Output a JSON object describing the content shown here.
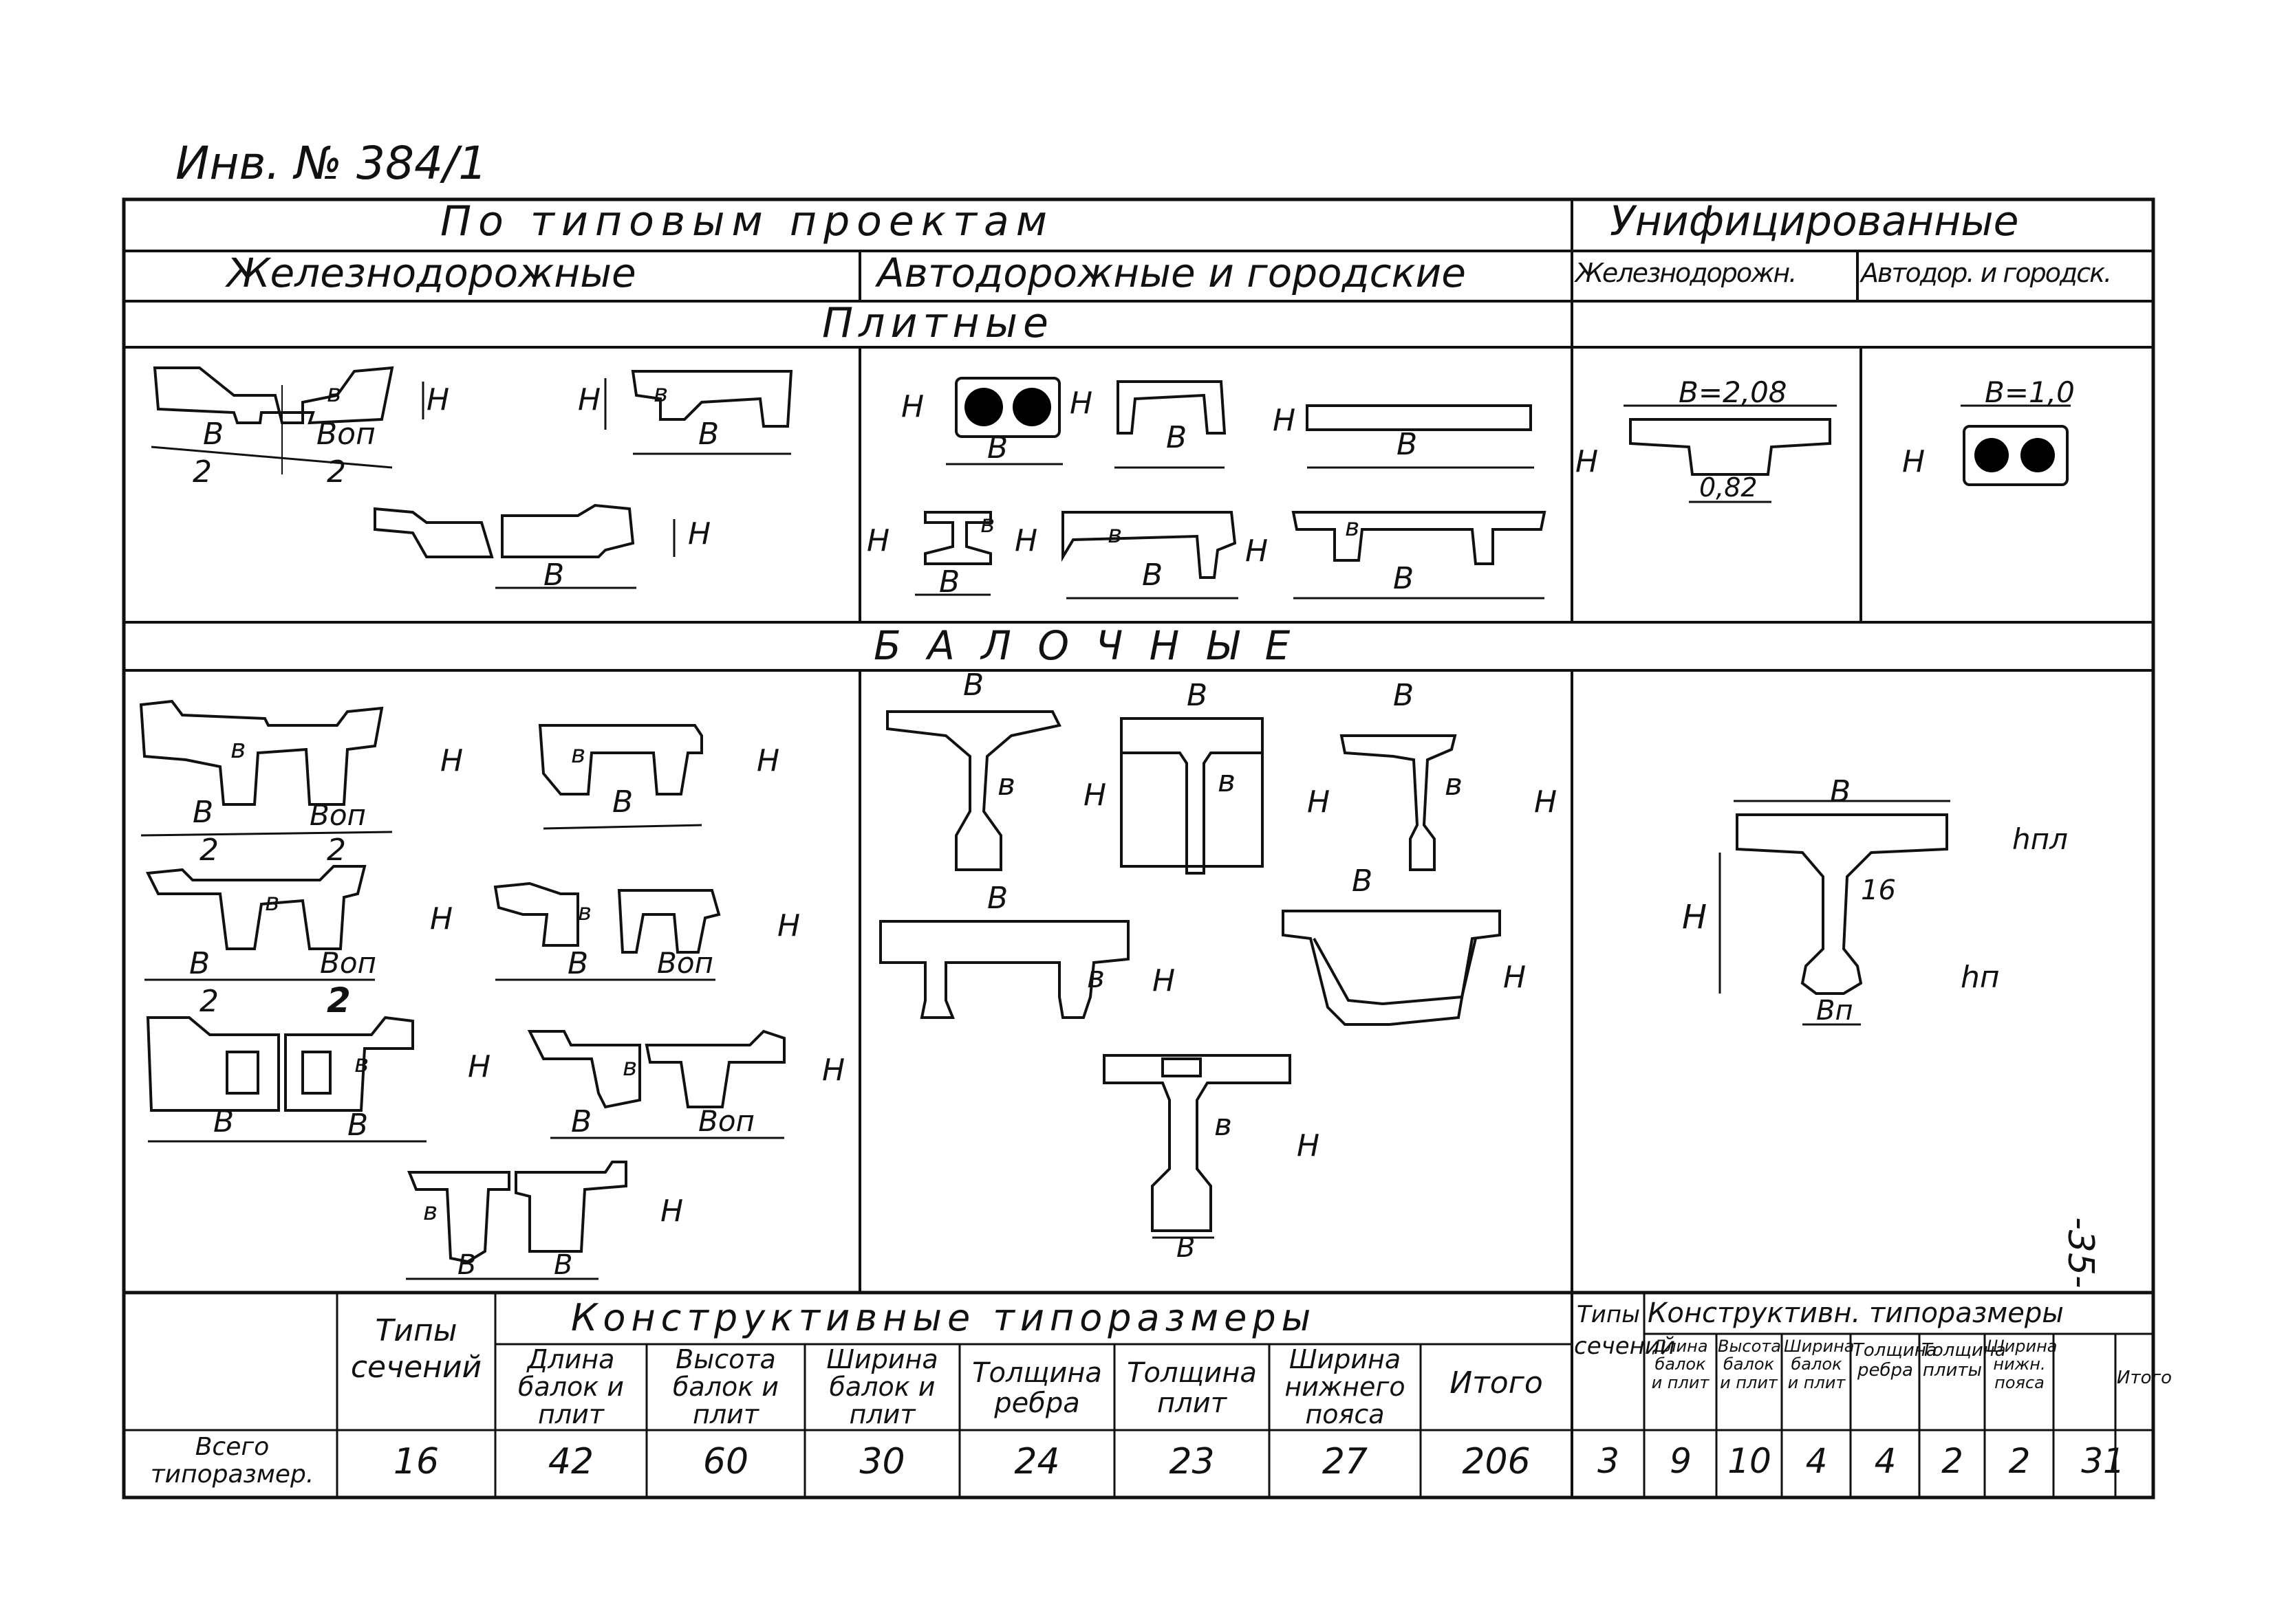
{
  "inventory_number": "Инв. № 384/1",
  "page_number": "-35-",
  "header": {
    "typical_projects": "По типовым проектам",
    "unified": "Унифицированные",
    "railway": "Железнодорожные",
    "road_city": "Автодорожные и городские",
    "unified_railway": "Железнодорожн.",
    "unified_road_city": "Автодор. и городск."
  },
  "sections": {
    "slab": "Плитные",
    "beam": "Б А Л О Ч Н Ы Е"
  },
  "dim_labels": {
    "B": "B",
    "Bop": "Bоп",
    "H": "H",
    "b": "в",
    "two": "2",
    "b208": "B=2,08",
    "b10": "B=1,0",
    "w082": "0,82",
    "hpl": "hпл",
    "hp": "hп",
    "bp": "Bп",
    "b16": "16"
  },
  "table": {
    "types_header": "Типы сечений",
    "constructive_header": "Конструктивные типоразмеры",
    "columns": [
      "Длина балок и плит",
      "Высота балок и плит",
      "Ширина балок и плит",
      "Толщина ребра",
      "Толщина плит",
      "Ширина нижнего пояса",
      "Итого"
    ],
    "unified_types_header": "Типы сечений",
    "unified_constructive_header": "Конструктивн. типоразмеры",
    "unified_columns": [
      "Длина балок и плит",
      "Высота балок и плит",
      "Ширина балок и плит",
      "Толщина ребра",
      "Толщина плиты",
      "Ширина нижн. пояса",
      "Итого"
    ],
    "row_label": "Всего типоразмер.",
    "values": [
      "16",
      "42",
      "60",
      "30",
      "24",
      "23",
      "27",
      "206"
    ],
    "unified_values": [
      "3",
      "9",
      "10",
      "4",
      "4",
      "2",
      "2",
      "31"
    ]
  }
}
